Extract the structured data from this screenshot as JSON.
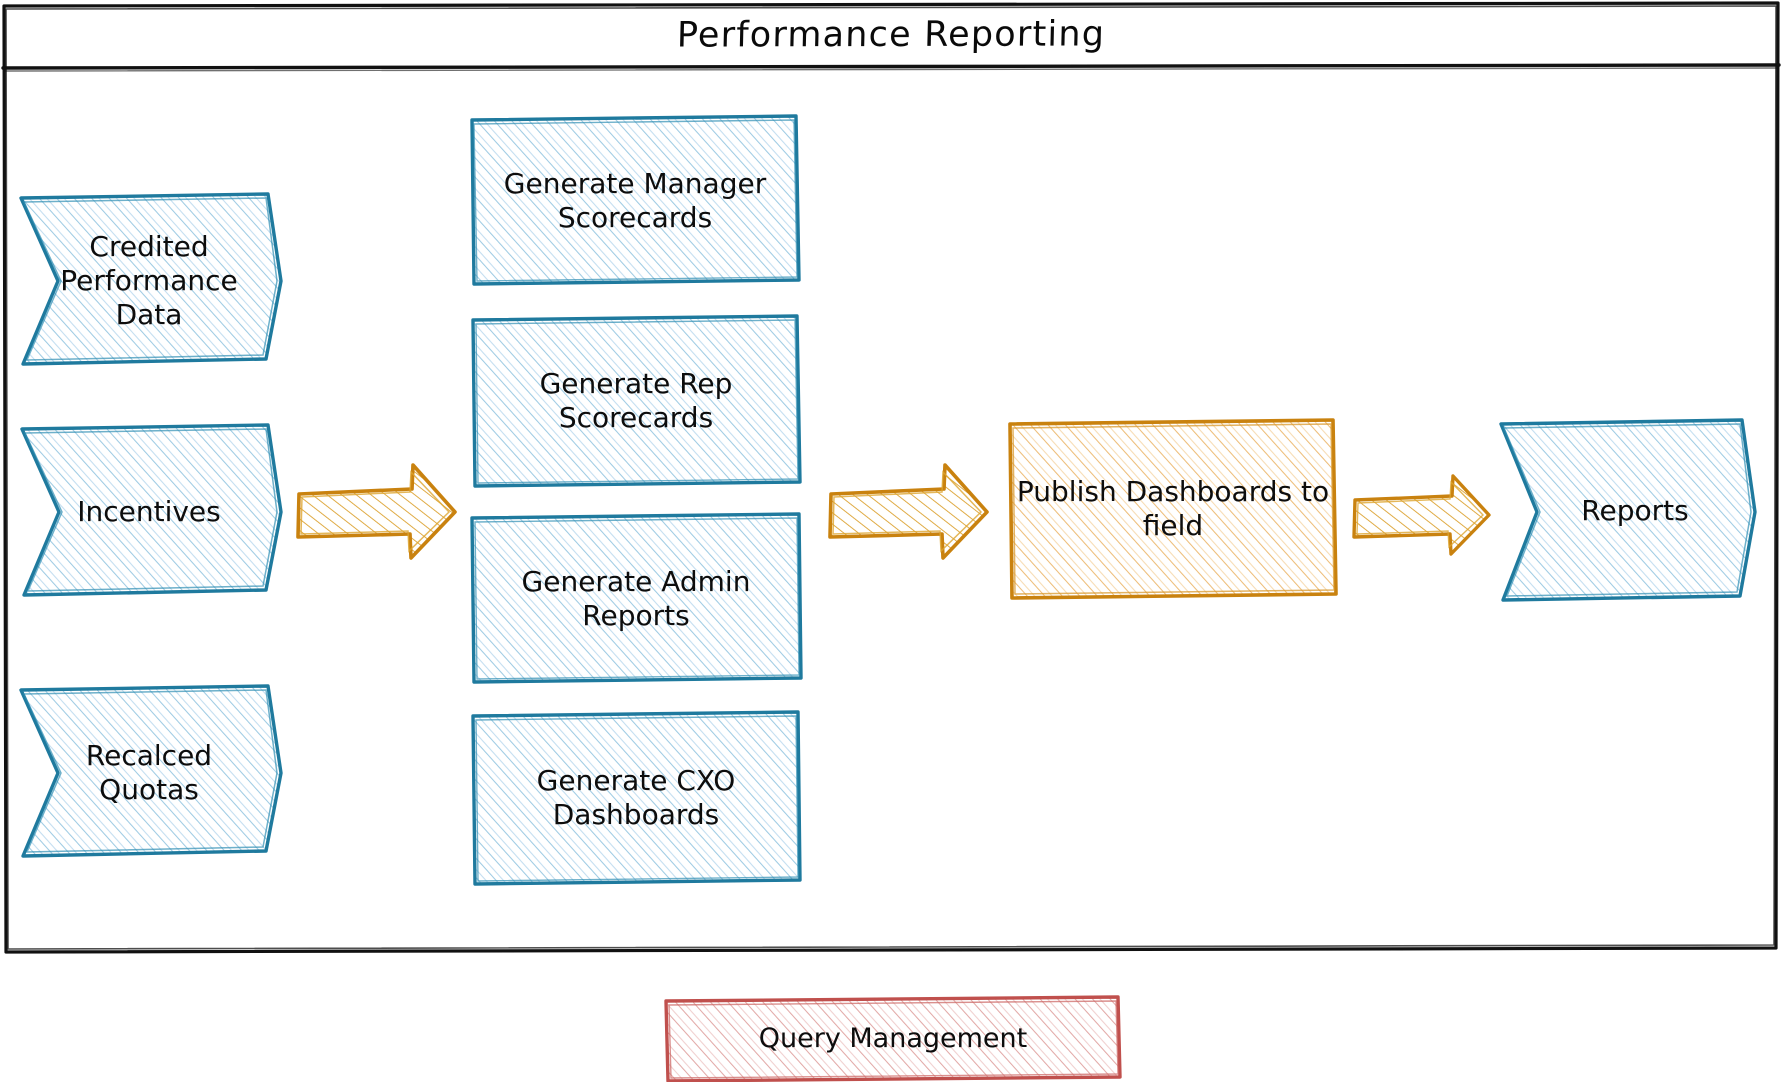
{
  "diagram": {
    "title": "Performance Reporting",
    "style": "hand-drawn sketch flowchart",
    "colors": {
      "frame": "#111111",
      "blue_stroke": "#1f7a9e",
      "blue_hatch": "#9ecbe3",
      "orange_stroke": "#c9820f",
      "orange_hatch": "#e8b96a",
      "red_stroke": "#c0504d",
      "red_hatch": "#e0a6a4",
      "text": "#0d0d0d",
      "background": "#ffffff"
    }
  },
  "inputs": {
    "shape": "chevron-arrow",
    "items": [
      {
        "id": "credited-performance-data",
        "label": "Credited\nPerformance\nData"
      },
      {
        "id": "incentives",
        "label": "Incentives"
      },
      {
        "id": "recalced-quotas",
        "label": "Recalced\nQuotas"
      }
    ]
  },
  "processes": {
    "shape": "rectangle",
    "items": [
      {
        "id": "generate-manager-scorecards",
        "label": "Generate Manager\nScorecards"
      },
      {
        "id": "generate-rep-scorecards",
        "label": "Generate Rep\nScorecards"
      },
      {
        "id": "generate-admin-reports",
        "label": "Generate Admin\nReports"
      },
      {
        "id": "generate-cxo-dashboards",
        "label": "Generate CXO\nDashboards"
      }
    ]
  },
  "publish": {
    "id": "publish-dashboards-to-field",
    "label": "Publish Dashboards to\nfield",
    "shape": "rectangle"
  },
  "outputs": {
    "shape": "chevron-arrow",
    "items": [
      {
        "id": "reports",
        "label": "Reports"
      }
    ]
  },
  "connectors": [
    {
      "id": "arrow-inputs-to-processes",
      "icon": "arrow-right-icon",
      "from": "inputs",
      "to": "processes"
    },
    {
      "id": "arrow-processes-to-publish",
      "icon": "arrow-right-icon",
      "from": "processes",
      "to": "publish"
    },
    {
      "id": "arrow-publish-to-reports",
      "icon": "arrow-right-icon",
      "from": "publish",
      "to": "outputs"
    }
  ],
  "footer": {
    "id": "query-management",
    "label": "Query Management",
    "shape": "rectangle"
  }
}
